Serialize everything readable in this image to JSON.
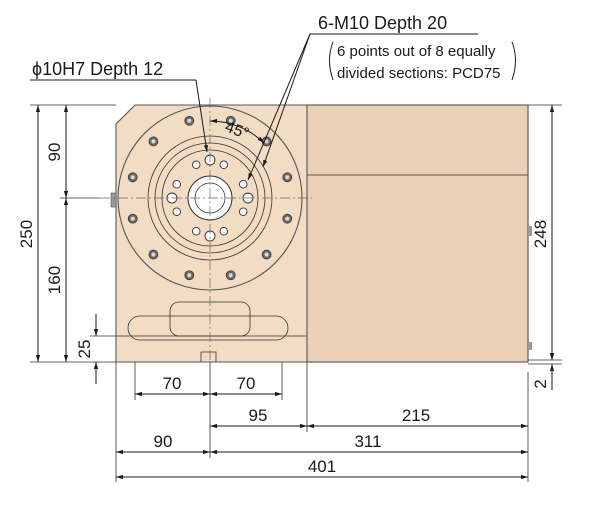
{
  "colors": {
    "body_fill": "#f3dcc4",
    "body_shade": "#ead0b4",
    "outline": "#555555",
    "dimension_line": "#1a1a1a",
    "bolt": "#6b6b6b"
  },
  "callouts": {
    "hole_spec": "ϕ10H7 Depth 12",
    "tap_spec": "6-M10 Depth 20",
    "tap_note_line1": "6 points out of 8 equally",
    "tap_note_line2": "divided sections: PCD75",
    "angle": "45°"
  },
  "dimensions": {
    "left_upper": "90",
    "left_lower": "160",
    "left_total": "250",
    "left_small": "25",
    "right_height": "248",
    "right_offset": "2",
    "slot_left": "70",
    "slot_right": "70",
    "center_to_step": "95",
    "step_to_right": "215",
    "left_to_center": "90",
    "center_to_right": "311",
    "overall_width": "401"
  }
}
